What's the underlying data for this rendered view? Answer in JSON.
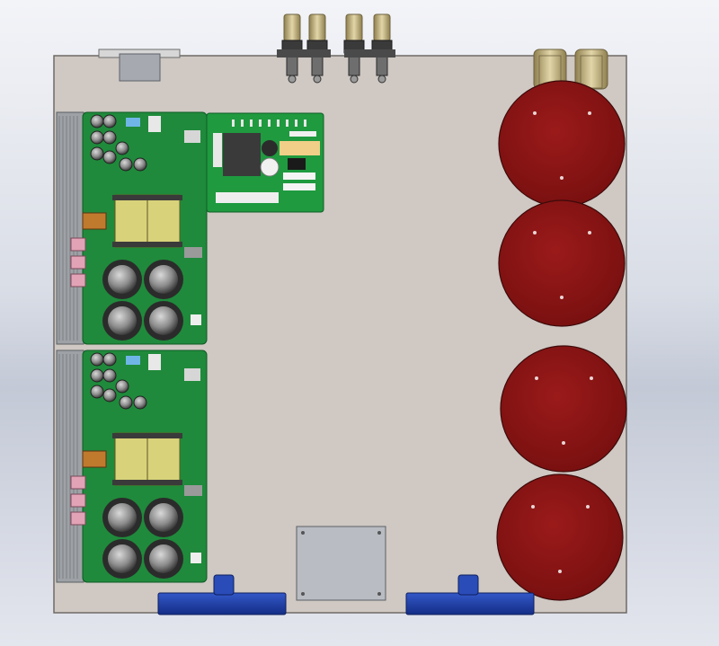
{
  "scene": {
    "description_label": "",
    "colors": {
      "background_top": "#f3f4f8",
      "background_mid": "#c3c9d6",
      "chassis": "#cfc8c3",
      "chassis_edge": "#6f6a66",
      "pcb_green": "#1f8a3b",
      "pcb_dark": "#126a2a",
      "capacitor_red": "#8a1414",
      "foot_blue": "#1f3fa6",
      "connector_brass": "#c7b98a",
      "plate_gray": "#b9bcc2",
      "transformer_yellow": "#d8d27a",
      "heatsink_gray": "#9ea2a6"
    },
    "capacitors_count": 4,
    "amplifier_boards_count": 2,
    "control_board_count": 1,
    "rear_connectors_count": 4,
    "feet_count": 2
  }
}
